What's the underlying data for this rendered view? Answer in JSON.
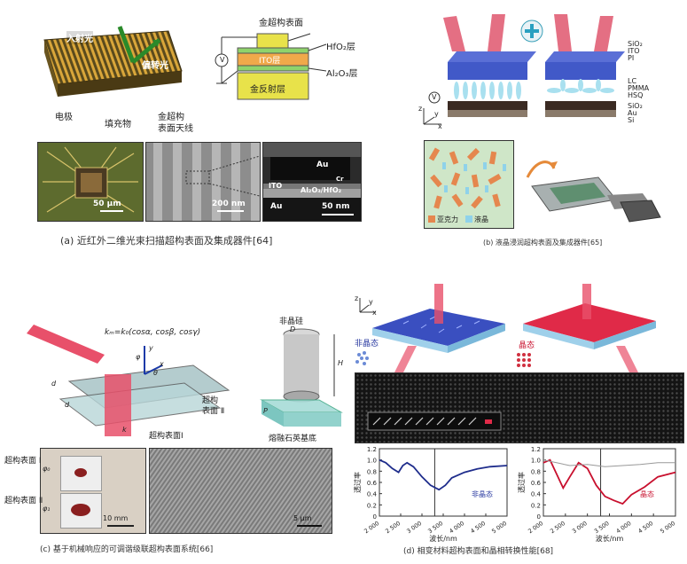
{
  "panel_a": {
    "inset_labels": {
      "incident_light": "入射光",
      "deflected_light": "偏转光",
      "electrode": "电极",
      "filler": "填充物",
      "gold_meta_antenna_1": "金超构",
      "gold_meta_antenna_2": "表面天线"
    },
    "stack_labels": {
      "gold_metasurface": "金超构表面",
      "hfo2": "HfO₂层",
      "ito": "ITO层",
      "al2o3": "Al₂O₃层",
      "gold_reflector": "金反射层",
      "voltage": "V"
    },
    "micrographs": {
      "scale1": "50 μm",
      "scale2": "200 nm",
      "scale3": "50 nm",
      "au_top": "Au",
      "cr": "Cr",
      "ito": "ITO",
      "al2o3_hfo2": "Al₂O₃/HfO₂",
      "au_bottom": "Au"
    },
    "caption": "(a)  近红外二维光束扫描超构表面及集成器件[64]"
  },
  "panel_b": {
    "layers": [
      "SiO₂",
      "ITO",
      "PI",
      "LC",
      "PMMA",
      "HSQ",
      "SiO₂",
      "Au",
      "Si"
    ],
    "legend": {
      "resist": "亚克力",
      "liquid_crystal": "液晶"
    },
    "axes": {
      "x": "x",
      "y": "y",
      "z": "z"
    },
    "voltage": "V",
    "caption": "(b)  液晶浸润超构表面及集成器件[65]"
  },
  "panel_c": {
    "formula": "kₘ=k₀(cosα, cosβ, cosγ)",
    "labels": {
      "amorphous_si": "非晶硅",
      "metasurface_2a": "超构",
      "metasurface_2b": "表面 Ⅱ",
      "metasurface_1": "超构表面Ⅰ",
      "substrate": "熔融石英基底",
      "D": "D",
      "H": "H",
      "P": "P",
      "d1": "d",
      "d2": "d",
      "k": "k",
      "phi": "φ",
      "theta": "θ",
      "x": "x",
      "y": "y"
    },
    "photo_labels": {
      "surface1": "超构表面 Ⅰ",
      "phi0": "φ₀",
      "surface2": "超构表面 Ⅱ",
      "phi1": "φ₁",
      "scale1": "10 mm",
      "scale2": "5 μm"
    },
    "caption": "(c)  基于机械响应的可调谐级联超构表面系统[66]"
  },
  "panel_d": {
    "state_labels": {
      "amorphous": "非晶态",
      "crystalline": "晶态"
    },
    "axes": {
      "x": "x",
      "y": "y",
      "z": "z"
    },
    "caption": "(d)  相变材料超构表面和晶相转换性能[68]"
  },
  "chart_data": [
    {
      "type": "line",
      "xlabel": "波长/nm",
      "ylabel": "透过率",
      "xlim": [
        2000,
        5000
      ],
      "ylim": [
        0,
        1.2
      ],
      "xticks": [
        "2 000",
        "2 500",
        "3 000",
        "3 500",
        "4 000",
        "4 500",
        "5 000"
      ],
      "yticks": [
        "0",
        "0.2",
        "0.4",
        "0.6",
        "0.8",
        "1.0",
        "1.2"
      ],
      "annotation": "非晶态",
      "series": [
        {
          "color": "#1f2d8c",
          "x": [
            2000,
            2150,
            2300,
            2450,
            2550,
            2650,
            2800,
            3000,
            3200,
            3400,
            3550,
            3700,
            4000,
            4300,
            4600,
            5000
          ],
          "y": [
            1.0,
            0.95,
            0.85,
            0.78,
            0.9,
            0.95,
            0.88,
            0.7,
            0.55,
            0.47,
            0.55,
            0.68,
            0.78,
            0.84,
            0.88,
            0.9
          ]
        }
      ]
    },
    {
      "type": "line",
      "xlabel": "波长/nm",
      "ylabel": "透过率",
      "xlim": [
        2000,
        5000
      ],
      "ylim": [
        0,
        1.2
      ],
      "xticks": [
        "2 000",
        "2 500",
        "3 000",
        "3 500",
        "4 000",
        "4 500",
        "5 000"
      ],
      "yticks": [
        "0",
        "0.2",
        "0.4",
        "0.6",
        "0.8",
        "1.0",
        "1.2"
      ],
      "annotation": "晶态",
      "series": [
        {
          "color": "#c8102e",
          "x": [
            2000,
            2150,
            2300,
            2450,
            2600,
            2800,
            3000,
            3200,
            3400,
            3600,
            3800,
            4000,
            4300,
            4600,
            5000
          ],
          "y": [
            0.95,
            1.0,
            0.75,
            0.5,
            0.7,
            0.95,
            0.85,
            0.55,
            0.35,
            0.28,
            0.22,
            0.38,
            0.52,
            0.7,
            0.78
          ]
        },
        {
          "color": "#999999",
          "x": [
            2000,
            2300,
            2600,
            3000,
            3400,
            3800,
            4200,
            4600,
            5000
          ],
          "y": [
            1.0,
            0.95,
            0.9,
            0.92,
            0.88,
            0.9,
            0.92,
            0.95,
            0.95
          ]
        }
      ]
    }
  ]
}
